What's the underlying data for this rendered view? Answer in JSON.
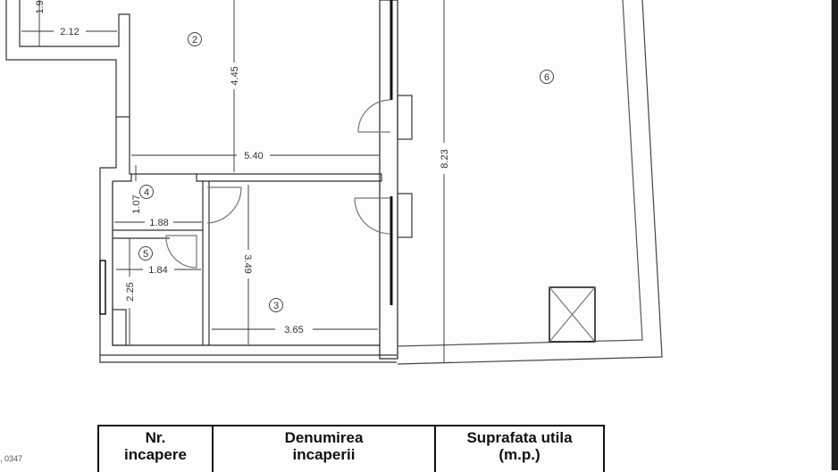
{
  "plan": {
    "dimensions": {
      "d_top_left_vertical": "1.9",
      "d_212": "2.12",
      "d_445": "4.45",
      "d_540": "5.40",
      "d_823": "8.23",
      "d_107": "1.07",
      "d_188": "1.88",
      "d_184": "1.84",
      "d_225": "2.25",
      "d_349": "3.49",
      "d_365": "3.65"
    },
    "rooms": [
      {
        "number": "2"
      },
      {
        "number": "3"
      },
      {
        "number": "4"
      },
      {
        "number": "5"
      },
      {
        "number": "6"
      }
    ]
  },
  "side_note": ", 0347",
  "table": {
    "headers": [
      {
        "line1": "Nr.",
        "line2": "incapere"
      },
      {
        "line1": "Denumirea",
        "line2": "incaperii"
      },
      {
        "line1": "Suprafata utila",
        "line2": "(m.p.)"
      }
    ]
  }
}
